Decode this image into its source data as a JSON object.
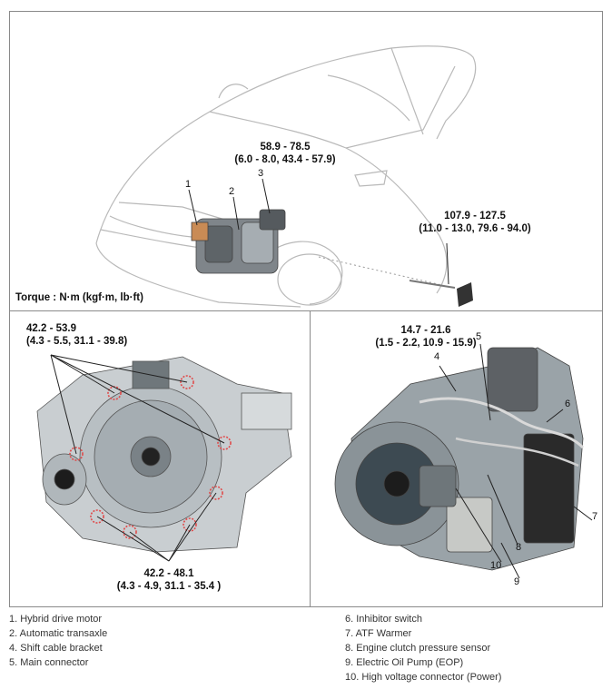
{
  "top_panel": {
    "torque_unit_note": "Torque : N·m (kgf·m, lb·ft)",
    "spec_engine_mount": {
      "line1": "58.9 - 78.5",
      "line2": "(6.0 - 8.0, 43.4 - 57.9)"
    },
    "spec_right": {
      "line1": "107.9 - 127.5",
      "line2": "(11.0 - 13.0, 79.6 - 94.0)"
    },
    "callouts": [
      "1",
      "2",
      "3"
    ]
  },
  "bottom_left_panel": {
    "spec_upper": {
      "line1": "42.2 - 53.9",
      "line2": "(4.3 - 5.5, 31.1 - 39.8)"
    },
    "spec_lower": {
      "line1": "42.2 - 48.1",
      "line2": "(4.3 - 4.9, 31.1 - 35.4 )"
    }
  },
  "bottom_right_panel": {
    "spec": {
      "line1": "14.7 - 21.6",
      "line2": "(1.5 - 2.2, 10.9 - 15.9)"
    },
    "callouts": [
      "4",
      "5",
      "6",
      "7",
      "8",
      "9",
      "10"
    ]
  },
  "legend": {
    "left": [
      "1. Hybrid drive motor",
      "2. Automatic transaxle",
      "4. Shift cable bracket",
      "5. Main connector"
    ],
    "right": [
      "6. Inhibitor switch",
      "7. ATF Warmer",
      "8. Engine clutch pressure sensor",
      "9. Electric Oil Pump (EOP)",
      "10. High voltage connector (Power)"
    ]
  },
  "colors": {
    "highlight_circle": "#e04a4a",
    "line_art": "#b8b8b8",
    "metal": "#9aa3a8"
  }
}
